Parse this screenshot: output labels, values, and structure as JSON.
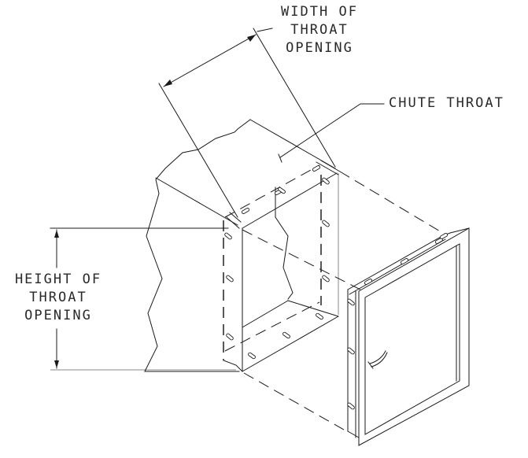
{
  "diagram": {
    "type": "isometric technical drawing",
    "subject": "chute throat with door frame assembly",
    "line_color": "#1a1a1a",
    "background": "#ffffff"
  },
  "labels": {
    "width_of_throat_opening": {
      "line1": "WIDTH OF",
      "line2": "THROAT",
      "line3": "OPENING"
    },
    "chute_throat": {
      "text": "CHUTE THROAT"
    },
    "height_of_throat_opening": {
      "line1": "HEIGHT OF",
      "line2": "THROAT",
      "line3": "OPENING"
    }
  }
}
